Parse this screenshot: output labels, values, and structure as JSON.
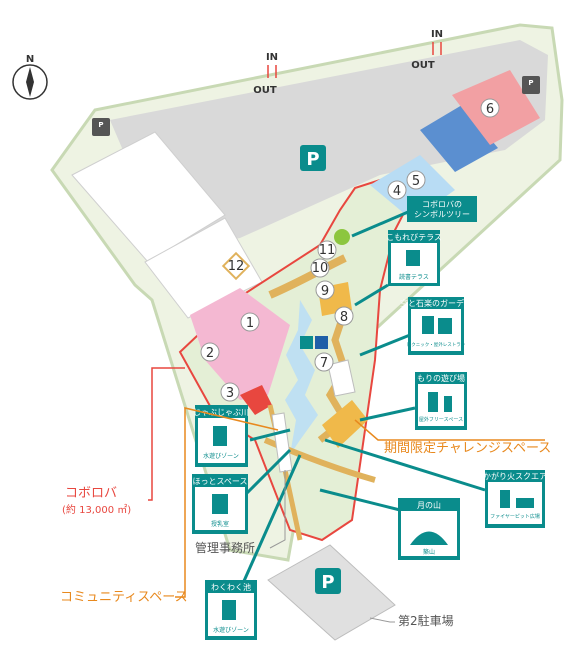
{
  "compass": {
    "letter": "N"
  },
  "entrances": [
    {
      "in": "IN",
      "out": "OUT"
    },
    {
      "in": "IN",
      "out": "OUT"
    }
  ],
  "parking": {
    "main": "P",
    "second": "P",
    "bike": "P"
  },
  "numbers": [
    "1",
    "2",
    "3",
    "4",
    "5",
    "6",
    "7",
    "8",
    "9",
    "10",
    "11",
    "12"
  ],
  "signs": {
    "tree": {
      "title": "コボロバの",
      "title2": "シンボルツリー"
    },
    "terrace": {
      "title": "こもれびテラス",
      "caption": "読書テラス"
    },
    "garden": {
      "title": "空と石楽のガーデン",
      "caption": "ピクニック・屋外レストラン"
    },
    "forest": {
      "title": "もりの遊び場",
      "caption": "屋外フリースペース"
    },
    "river": {
      "title": "じゃぶじゃぶ川",
      "caption": "水遊びゾーン"
    },
    "hot": {
      "title": "ほっとスペース",
      "caption": "授乳室"
    },
    "fire": {
      "title": "かがり火スクエア",
      "caption": "ファイヤーピット広場"
    },
    "moon": {
      "title": "月の山",
      "caption": "築山"
    },
    "pond": {
      "title": "わくわく池",
      "caption": "水遊びゾーン"
    }
  },
  "labels": {
    "koboroba": "コボロバ",
    "area": "(約 13,000 ㎡)",
    "challenge": "期間限定チャレンジスペース",
    "office": "管理事務所",
    "community": "コミュニティスペース",
    "parking2": "第2駐車場"
  },
  "colors": {
    "teal": "#0a8c8c",
    "red": "#e8473f",
    "orange": "#e8891e",
    "pink": "#f4b8d2",
    "green_bg": "#e9f1dc",
    "gray_lot": "#d6d6d6"
  }
}
